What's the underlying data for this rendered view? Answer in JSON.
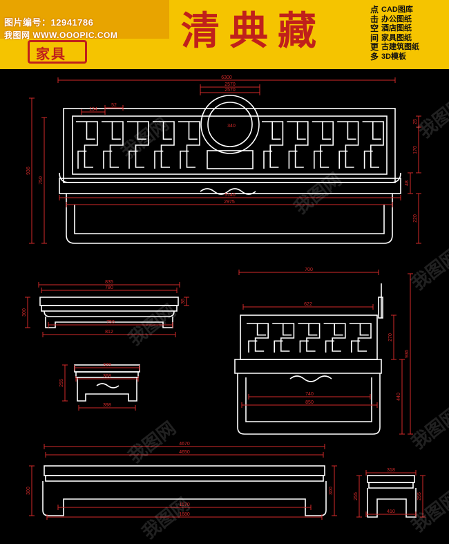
{
  "header": {
    "watermark_id": "图片编号：12941786",
    "watermark_site": "我图网 WWW.OOOPIC.COM",
    "logo_text": "家具",
    "title": "清典藏",
    "side_prefix": [
      "点",
      "击",
      "空",
      "间",
      "更",
      "多"
    ],
    "side_links": [
      "CAD图库",
      "办公图纸",
      "酒店图纸",
      "家具图纸",
      "古建筑图纸",
      "3D模板"
    ]
  },
  "watermark_text": "我图网",
  "colors": {
    "header_bg": "#f5c400",
    "title": "#c0201b",
    "lines": "#ffffff",
    "dims": "#d42a2a"
  },
  "dimensions": {
    "sofa_front": {
      "overall_width": "6300",
      "backrest_width": "2570",
      "medallion": "340",
      "seat_width": "5140",
      "base_width": "2975",
      "height": "936",
      "seat_height": "750",
      "back_top": "25",
      "back_mid": "170",
      "arm_a": "134",
      "arm_b": "52",
      "base_h": "220",
      "base_h2": "48"
    },
    "table_front": {
      "top": "835",
      "mid": "780",
      "base": "750",
      "base2": "812",
      "height": "300",
      "gap": "36"
    },
    "stool_front": {
      "top": "328",
      "mid": "368",
      "base": "398",
      "height": "255"
    },
    "sofa_side": {
      "depth": "700",
      "seat": "622",
      "base": "740",
      "base2": "850",
      "height": "936",
      "back_h": "270",
      "seat_h": "440"
    },
    "long_table": {
      "top1": "4670",
      "top2": "4650",
      "base1": "1570",
      "base2": "1680",
      "height": "300"
    },
    "small_stool": {
      "top": "318",
      "base": "410",
      "height": "255"
    }
  }
}
